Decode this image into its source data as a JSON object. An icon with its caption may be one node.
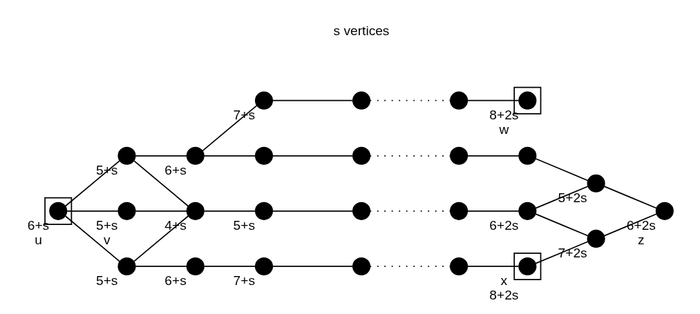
{
  "diagram": {
    "nodes": [
      {
        "text": [],
        "shape": "circle",
        "beside": [
          "7+s"
        ]
      },
      {
        "text": [],
        "shape": "circle"
      },
      {
        "text": [],
        "shape": "circle"
      },
      {
        "text": [],
        "shape": "box"
      },
      {
        "text": [],
        "shape": "circle",
        "beside": [
          "8+2s",
          "w"
        ],
        "in": 3
      },
      {
        "text": [],
        "shape": "circle",
        "beside": [
          "5+s"
        ]
      },
      {
        "text": [],
        "shape": "circle",
        "beside": [
          "6+s"
        ]
      },
      {
        "text": [],
        "shape": "circle"
      },
      {
        "text": [],
        "shape": "circle"
      },
      {
        "text": [],
        "shape": "circle"
      },
      {
        "text": [],
        "shape": "circle"
      },
      {
        "text": [],
        "shape": "circle",
        "beside": [
          "5+2s"
        ]
      },
      {
        "text": [],
        "shape": "box"
      },
      {
        "text": [],
        "shape": "circle",
        "beside": [
          "6+s",
          "u"
        ],
        "in": 12
      },
      {
        "text": [],
        "shape": "circle",
        "beside": [
          "5+s",
          "v"
        ]
      },
      {
        "text": [],
        "shape": "circle",
        "beside": [
          "4+s"
        ]
      },
      {
        "text": [],
        "shape": "circle",
        "beside": [
          "5+s"
        ]
      },
      {
        "text": [],
        "shape": "circle"
      },
      {
        "text": [],
        "shape": "circle"
      },
      {
        "text": [],
        "shape": "circle",
        "beside": [
          "6+2s"
        ]
      },
      {
        "text": [],
        "shape": "circle",
        "beside": [
          "6+2s",
          "z"
        ]
      },
      {
        "text": [],
        "shape": "circle",
        "beside": [
          "5+s"
        ]
      },
      {
        "text": [],
        "shape": "circle",
        "beside": [
          "6+s"
        ]
      },
      {
        "text": [],
        "shape": "circle",
        "beside": [
          "7+s"
        ]
      },
      {
        "text": [],
        "shape": "circle"
      },
      {
        "text": [],
        "shape": "circle"
      },
      {
        "text": [],
        "shape": "box"
      },
      {
        "text": [],
        "shape": "circle",
        "beside": [
          "x",
          "8+2s"
        ],
        "in": 26
      },
      {
        "text": [],
        "shape": "circle",
        "beside": [
          "7+2s"
        ]
      }
    ],
    "edges": [
      {
        "from": 6,
        "to": 0,
        "arrow": "none"
      },
      {
        "from": 0,
        "to": 1,
        "arrow": "none"
      },
      {
        "from": 1,
        "to": 2,
        "arrow": "none",
        "style": "dashed"
      },
      {
        "from": 2,
        "to": 4,
        "arrow": "none"
      },
      {
        "from": 5,
        "to": 6,
        "arrow": "none"
      },
      {
        "from": 6,
        "to": 7,
        "arrow": "none"
      },
      {
        "from": 7,
        "to": 8,
        "arrow": "none"
      },
      {
        "from": 8,
        "to": 9,
        "arrow": "none",
        "style": "dashed"
      },
      {
        "from": 9,
        "to": 10,
        "arrow": "none"
      },
      {
        "from": 10,
        "to": 11,
        "arrow": "none"
      },
      {
        "from": 13,
        "to": 14,
        "arrow": "none"
      },
      {
        "from": 14,
        "to": 15,
        "arrow": "none"
      },
      {
        "from": 15,
        "to": 16,
        "arrow": "none"
      },
      {
        "from": 16,
        "to": 17,
        "arrow": "none"
      },
      {
        "from": 17,
        "to": 18,
        "arrow": "none",
        "style": "dashed"
      },
      {
        "from": 18,
        "to": 19,
        "arrow": "none"
      },
      {
        "from": 21,
        "to": 22,
        "arrow": "none"
      },
      {
        "from": 22,
        "to": 23,
        "arrow": "none"
      },
      {
        "from": 23,
        "to": 24,
        "arrow": "none"
      },
      {
        "from": 24,
        "to": 25,
        "arrow": "none",
        "style": "dashed"
      },
      {
        "from": 25,
        "to": 27,
        "arrow": "none"
      },
      {
        "from": 27,
        "to": 28,
        "arrow": "none"
      },
      {
        "from": 13,
        "to": 5,
        "arrow": "none"
      },
      {
        "from": 13,
        "to": 21,
        "arrow": "none"
      },
      {
        "from": 5,
        "to": 15,
        "arrow": "none"
      },
      {
        "from": 21,
        "to": 15,
        "arrow": "none"
      },
      {
        "from": 19,
        "to": 11,
        "arrow": "none"
      },
      {
        "from": 19,
        "to": 28,
        "arrow": "none"
      },
      {
        "from": 11,
        "to": 20,
        "arrow": "none"
      },
      {
        "from": 28,
        "to": 20,
        "arrow": "none"
      }
    ],
    "labels": [
      "s vertices"
    ]
  }
}
